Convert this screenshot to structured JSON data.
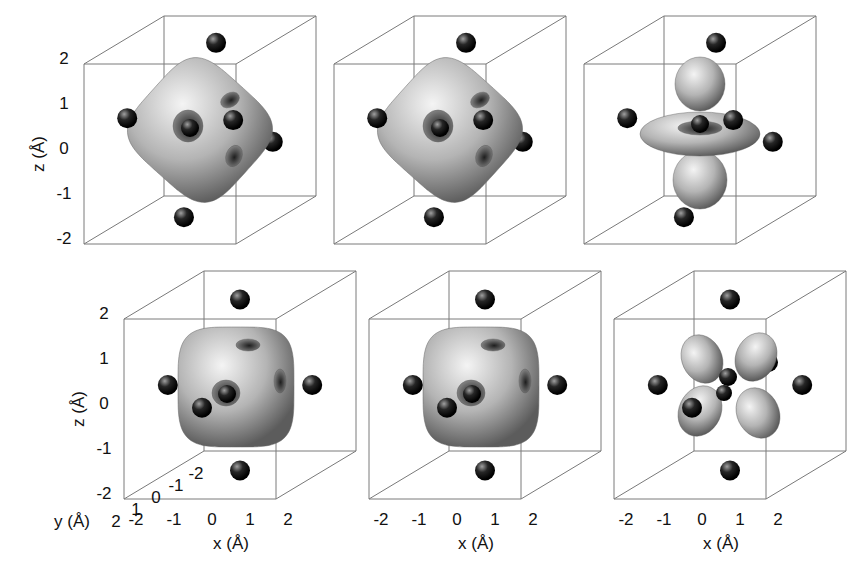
{
  "diagram": {
    "labels": [
      "2",
      "1",
      "0",
      "-1",
      "-2",
      "z (Å)",
      "2",
      "1",
      "0",
      "-1",
      "-2",
      "z (Å)",
      "-2",
      "-1",
      "0",
      "1",
      "2",
      "y (Å)",
      "-2",
      "-1",
      "0",
      "1",
      "2",
      "x (Å)",
      "-2",
      "-1",
      "0",
      "1",
      "2",
      "x (Å)",
      "-2",
      "-1",
      "0",
      "1",
      "2",
      "x (Å)"
    ]
  }
}
